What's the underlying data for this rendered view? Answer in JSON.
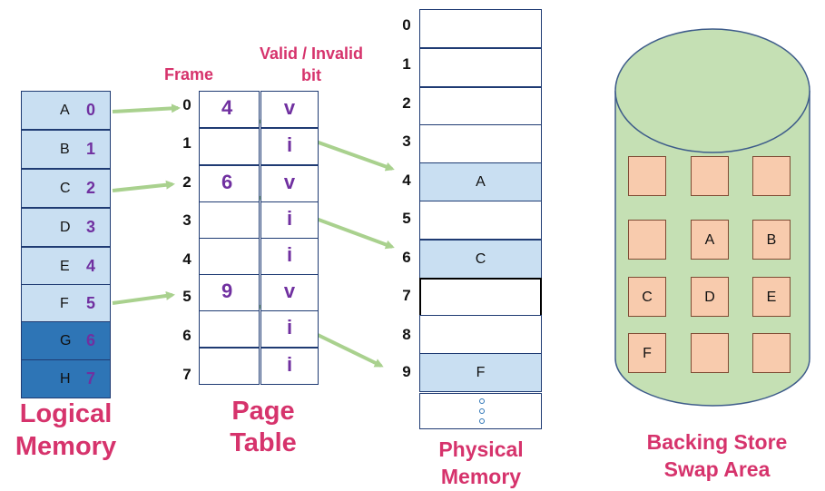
{
  "colors": {
    "accent_pink": "#d6336c",
    "purple": "#7030a0",
    "cell_light_blue": "#c9dff2",
    "cell_dark_blue": "#2e75b6",
    "arrow_green": "#a9d18e",
    "backing_green": "#c5e0b4",
    "box_peach": "#f8cbad"
  },
  "logical_memory": {
    "title_line1": "Logical",
    "title_line2": "Memory",
    "cells": [
      {
        "letter": "A",
        "page": "0"
      },
      {
        "letter": "B",
        "page": "1"
      },
      {
        "letter": "C",
        "page": "2"
      },
      {
        "letter": "D",
        "page": "3"
      },
      {
        "letter": "E",
        "page": "4"
      },
      {
        "letter": "F",
        "page": "5"
      },
      {
        "letter": "G",
        "page": "6"
      },
      {
        "letter": "H",
        "page": "7"
      }
    ]
  },
  "page_table": {
    "frame_header": "Frame",
    "valid_header_line1": "Valid / Invalid",
    "valid_header_line2": "bit",
    "title_line1": "Page",
    "title_line2": "Table",
    "rows": [
      {
        "index": "0",
        "frame": "4",
        "bit": "v"
      },
      {
        "index": "1",
        "frame": "",
        "bit": "i"
      },
      {
        "index": "2",
        "frame": "6",
        "bit": "v"
      },
      {
        "index": "3",
        "frame": "",
        "bit": "i"
      },
      {
        "index": "4",
        "frame": "",
        "bit": "i"
      },
      {
        "index": "5",
        "frame": "9",
        "bit": "v"
      },
      {
        "index": "6",
        "frame": "",
        "bit": "i"
      },
      {
        "index": "7",
        "frame": "",
        "bit": "i"
      }
    ]
  },
  "physical_memory": {
    "title_line1": "Physical",
    "title_line2": "Memory",
    "frames": [
      {
        "index": "0",
        "content": ""
      },
      {
        "index": "1",
        "content": ""
      },
      {
        "index": "2",
        "content": ""
      },
      {
        "index": "3",
        "content": ""
      },
      {
        "index": "4",
        "content": "A"
      },
      {
        "index": "5",
        "content": ""
      },
      {
        "index": "6",
        "content": "C"
      },
      {
        "index": "7",
        "content": ""
      },
      {
        "index": "8",
        "content": ""
      },
      {
        "index": "9",
        "content": "F"
      }
    ]
  },
  "backing_store": {
    "title_line1": "Backing Store",
    "title_line2": "Swap Area",
    "grid": [
      [
        "",
        "",
        ""
      ],
      [
        "",
        "A",
        "B"
      ],
      [
        "C",
        "D",
        "E"
      ],
      [
        "F",
        "",
        ""
      ]
    ]
  }
}
